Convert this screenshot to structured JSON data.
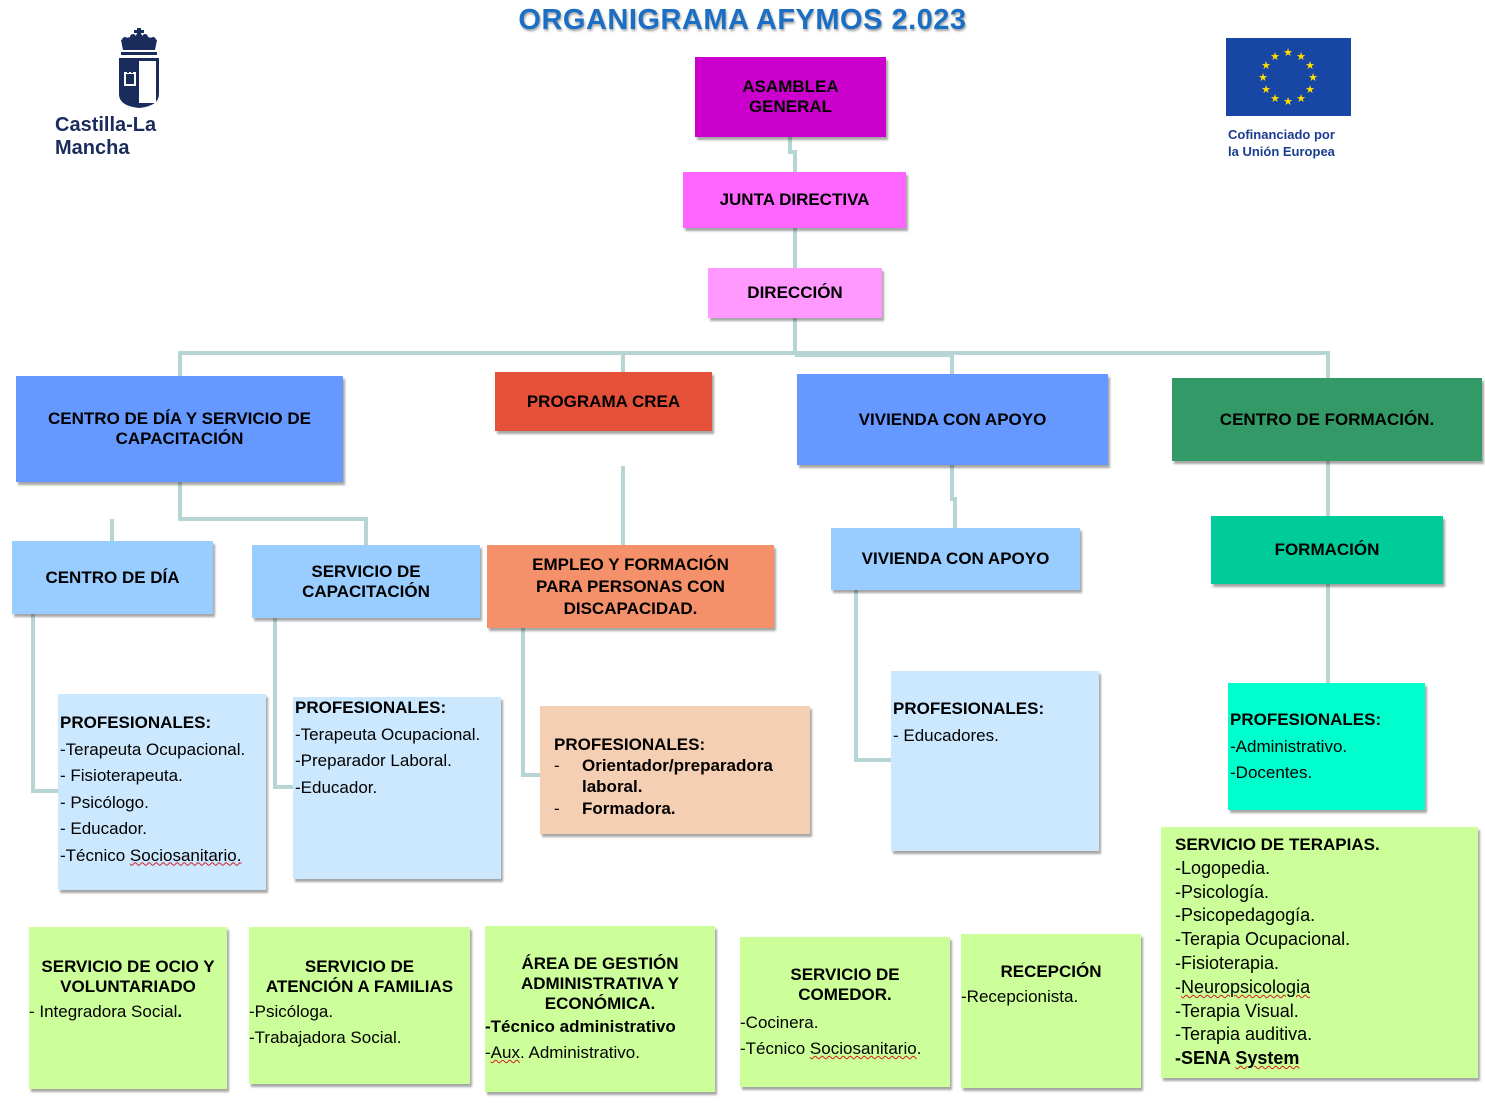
{
  "title": "ORGANIGRAMA AFYMOS 2.023",
  "logos": {
    "clm_text": "Castilla-La Mancha",
    "eu_line1": "Cofinanciado por",
    "eu_line2": "la Unión Europea"
  },
  "colors": {
    "asamblea": "#cc00cc",
    "junta": "#ff66ff",
    "direccion": "#ff99ff",
    "blue": "#6699ff",
    "crea": "#e55039",
    "green_dark": "#339966",
    "green_light": "#00cc99",
    "aqua": "#00ffcc",
    "light_blue": "#99ccff",
    "pale_blue": "#cce8ff",
    "salmon": "#f4906a",
    "peach": "#f5cfb3",
    "lime": "#ccff99",
    "connector": "#b7d5d5"
  },
  "nodes": {
    "asamblea": [
      "ASAMBLEA",
      "GENERAL"
    ],
    "junta": "JUNTA DIRECTIVA",
    "direccion": "DIRECCIÓN",
    "centro_dia_serv": [
      "CENTRO DE DÍA Y SERVICIO DE",
      "CAPACITACIÓN"
    ],
    "programa_crea": "PROGRAMA CREA",
    "vivienda_top": "VIVIENDA CON APOYO",
    "centro_formacion": "CENTRO DE FORMACIÓN.",
    "centro_dia": "CENTRO DE DÍA",
    "servicio_cap": [
      "SERVICIO DE",
      "CAPACITACIÓN"
    ],
    "empleo": [
      "EMPLEO Y FORMACIÓN",
      "PARA PERSONAS CON",
      "DISCAPACIDAD."
    ],
    "vivienda_sub": "VIVIENDA CON APOYO",
    "formacion": "FORMACIÓN"
  },
  "professionals": {
    "centro_dia": {
      "heading": "PROFESIONALES:",
      "items": [
        "-Terapeuta Ocupacional.",
        "- Fisioterapeuta.",
        "- Psicólogo.",
        "- Educador.",
        "-Técnico ",
        "Sociosanitario."
      ]
    },
    "capacitacion": {
      "heading": "PROFESIONALES:",
      "items": [
        "-Terapeuta Ocupacional.",
        "-Preparador Laboral.",
        "-Educador."
      ]
    },
    "crea": {
      "heading": "PROFESIONALES:",
      "items": [
        "Orientador/preparadora",
        "laboral.",
        "Formadora."
      ]
    },
    "vivienda": {
      "heading": "PROFESIONALES:",
      "items": [
        "- Educadores."
      ]
    },
    "formacion": {
      "heading": "PROFESIONALES:",
      "items": [
        "-Administrativo.",
        "-Docentes."
      ]
    }
  },
  "terapias": {
    "heading": "SERVICIO DE TERAPIAS.",
    "items": [
      "-Logopedia.",
      "-Psicología.",
      "-Psicopedagogía.",
      "-Terapia Ocupacional.",
      "-Fisioterapia.",
      "-",
      "Neuropsicologia",
      "-Terapia Visual.",
      "-Terapia auditiva.",
      "-SENA ",
      "System"
    ]
  },
  "services": {
    "ocio": {
      "heading": [
        "SERVICIO DE OCIO Y",
        "VOLUNTARIADO"
      ],
      "items": [
        "- Integradora Social",
        "."
      ]
    },
    "familias": {
      "heading": [
        "SERVICIO DE",
        "ATENCIÓN A FAMILIAS"
      ],
      "items": [
        "-Psicóloga.",
        "-Trabajadora Social."
      ]
    },
    "gestion": {
      "heading": [
        "ÁREA DE GESTIÓN",
        "ADMINISTRATIVA Y",
        "ECONÓMICA."
      ],
      "items": [
        "-Técnico  administrativo",
        "-",
        "Aux",
        ". Administrativo."
      ]
    },
    "comedor": {
      "heading": [
        "SERVICIO DE",
        "COMEDOR."
      ],
      "items": [
        "-Cocinera.",
        "-Técnico ",
        "Sociosanitario",
        "."
      ]
    },
    "recepcion": {
      "heading": [
        "RECEPCIÓN"
      ],
      "items": [
        "-Recepcionista."
      ]
    }
  }
}
